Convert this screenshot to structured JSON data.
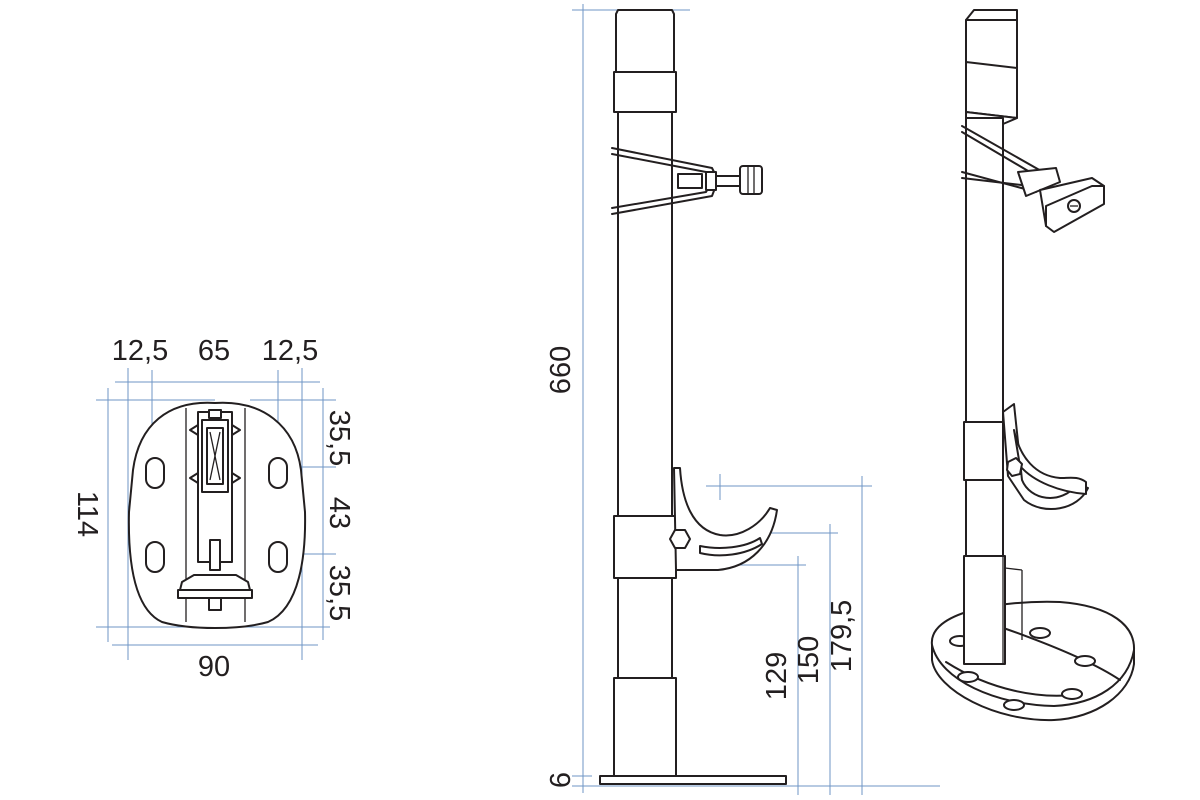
{
  "colors": {
    "outline": "#231f20",
    "dimension_lines": "#6f96c6",
    "background": "#ffffff"
  },
  "base_plate_view": {
    "top_dimensions": [
      "12,5",
      "65",
      "12,5"
    ],
    "bottom_dimension": "90",
    "left_dimension": "114",
    "right_dimensions": [
      "35,5",
      "43",
      "35,5"
    ]
  },
  "side_view": {
    "height_dimension": "660",
    "foot_dimension": "6",
    "hook_dimensions": [
      "129",
      "150",
      "179,5"
    ]
  },
  "perspective_view": {}
}
